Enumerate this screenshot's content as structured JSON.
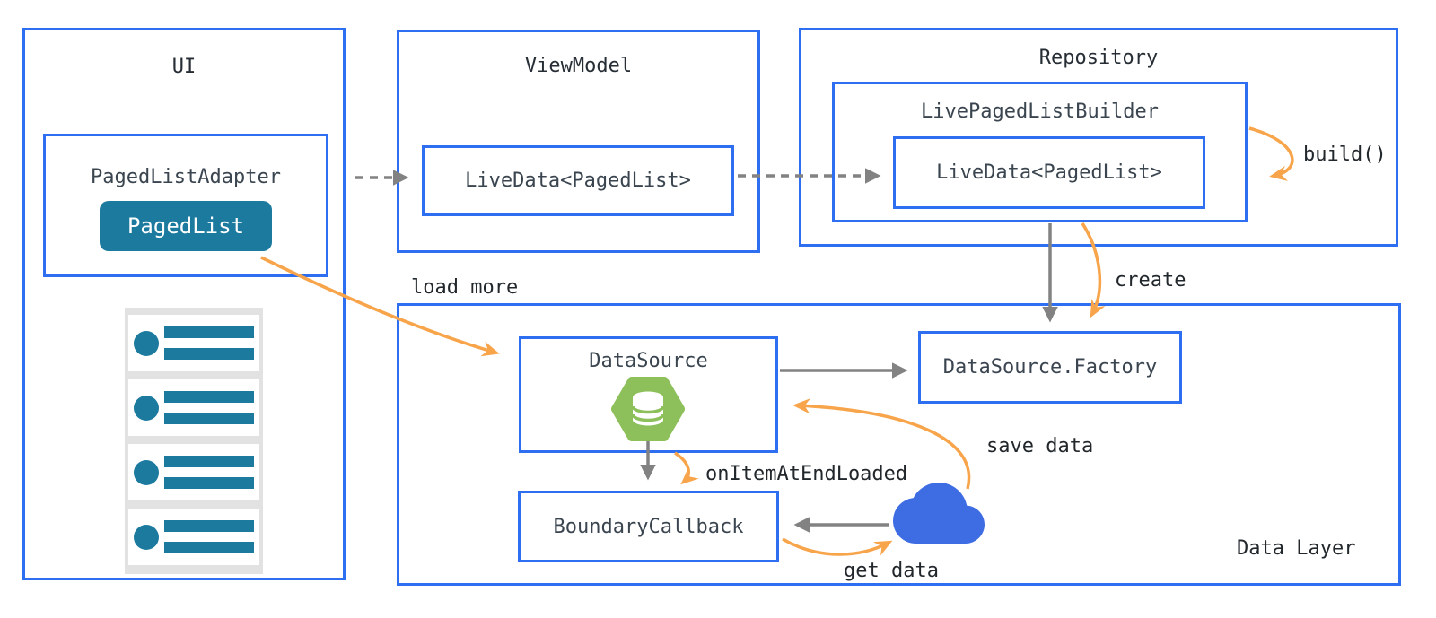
{
  "ui": {
    "title": "UI",
    "adapter_label": "PagedListAdapter",
    "pagedlist_label": "PagedList",
    "list_item_count": 4
  },
  "viewmodel": {
    "title": "ViewModel",
    "livedata_label": "LiveData<PagedList>"
  },
  "repository": {
    "title": "Repository",
    "builder_label": "LivePagedListBuilder",
    "livedata_label": "LiveData<PagedList>",
    "build_annotation": "build()"
  },
  "data_layer": {
    "title": "Data Layer",
    "datasource_label": "DataSource",
    "factory_label": "DataSource.Factory",
    "boundary_label": "BoundaryCallback",
    "load_more_annotation": "load more",
    "create_annotation": "create",
    "save_data_annotation": "save data",
    "get_data_annotation": "get data",
    "on_item_annotation": "onItemAtEndLoaded"
  },
  "icons": {
    "database": "database-hexagon-icon",
    "cloud": "cloud-icon"
  },
  "colors": {
    "box_border_blue": "#2D6FF0",
    "teal": "#1B7A9E",
    "orange": "#F7A44A",
    "arrow_gray": "#828282",
    "hexagon_green": "#8DC05A",
    "cloud_blue": "#3E6CE3",
    "list_background": "#E2E2E2"
  }
}
